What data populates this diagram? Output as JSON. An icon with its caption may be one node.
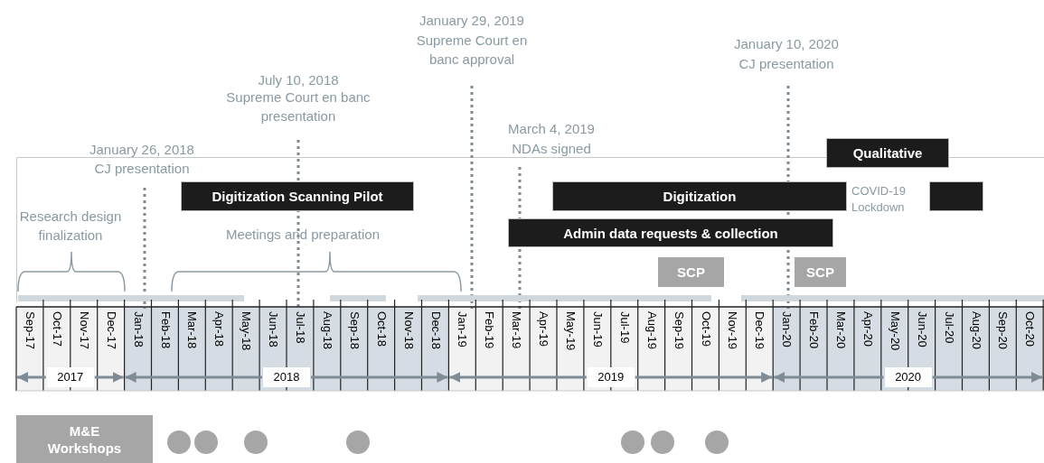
{
  "diagram": {
    "nodes": [
      {
        "text": [
          "Qualitative"
        ]
      },
      {
        "text": [
          "Digitization Scanning Pilot"
        ]
      },
      {
        "text": [
          "Digitization"
        ]
      },
      {
        "text": [],
        "shape": "bar"
      },
      {
        "text": [
          "Admin data requests & collection"
        ]
      },
      {
        "text": [
          "SCP"
        ]
      },
      {
        "text": [
          "SCP"
        ]
      },
      {
        "text": [
          "M&E Workshops"
        ]
      },
      {
        "text": [],
        "shape": "circle"
      },
      {
        "text": [],
        "shape": "circle"
      },
      {
        "text": [],
        "shape": "circle"
      },
      {
        "text": [],
        "shape": "circle"
      },
      {
        "text": [],
        "shape": "circle"
      },
      {
        "text": [],
        "shape": "circle"
      },
      {
        "text": [],
        "shape": "circle"
      }
    ],
    "labels": [
      "January 29, 2019",
      "Supreme Court en banc approval",
      "January 10, 2020",
      "CJ presentation",
      "July 10, 2018",
      "Supreme Court en banc presentation",
      "March 4, 2019",
      "January 26, 2018",
      "NDAs signed",
      "CJ presentation",
      "COVID-19 Lockdown",
      "Research design finalization",
      "Meetings and preparation",
      "Sep-17",
      "Oct-17",
      "Nov-17",
      "Dec-17",
      "Jan-18",
      "Feb-18",
      "Mar-18",
      "Apr-18",
      "May-18",
      "Jun-18",
      "Jul-18",
      "Aug-18",
      "Sep-18",
      "Oct-18",
      "Nov-18",
      "Dec-18",
      "Jan-19",
      "Feb-19",
      "Mar-19",
      "Apr-19",
      "May-19",
      "Jun-19",
      "Jul-19",
      "Aug-19",
      "Sep-19",
      "Oct-19",
      "Nov-19",
      "Dec-19",
      "Jan-20",
      "Feb-20",
      "Mar-20",
      "Apr-20",
      "May-20",
      "Jun-20",
      "Jul-20",
      "Aug-20",
      "Sep-20",
      "Oct-20",
      "2017",
      "2018",
      "2019",
      "2020"
    ]
  }
}
